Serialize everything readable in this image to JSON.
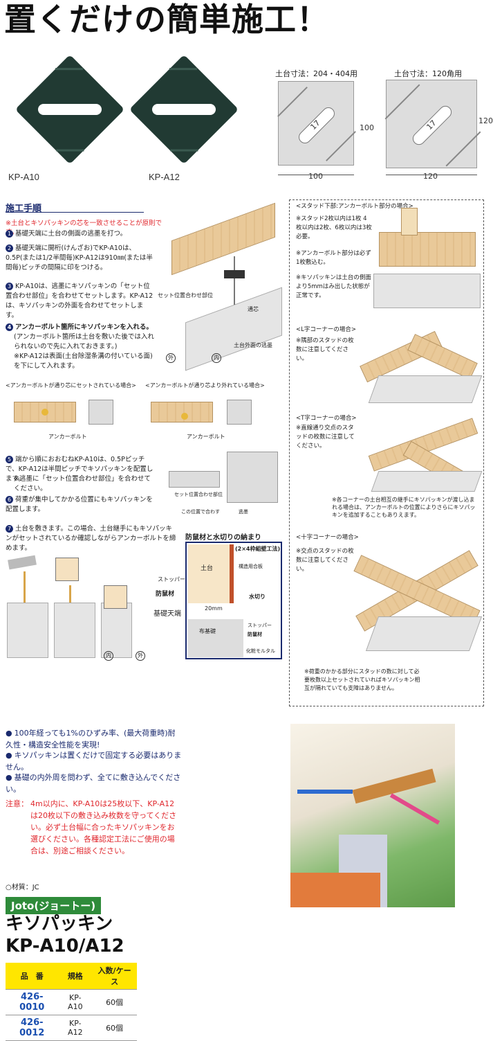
{
  "headline": "置くだけの簡単施工！",
  "products": [
    {
      "label": "KP-A10"
    },
    {
      "label": "KP-A12"
    }
  ],
  "dims": {
    "left_title": "土台寸法：204・404用",
    "left_w": "100",
    "left_h": "100",
    "right_title": "土台寸法：120角用",
    "right_w": "120",
    "right_h": "120",
    "pad_text_a": "17",
    "pad_text_b": "17"
  },
  "procedure": {
    "title": "施工手順",
    "note_red": "※土台とキソパッキンの芯を一致させることが原則です。",
    "step1": "基礎天端に土台の側面の逃墨を打つ。",
    "step2": "基礎天端に開桁(けんざお)でKP-A10は、0.5P(または1/2半間毎)KP-A12は910㎜(または半間毎)ピッチの間隔に印をつける。",
    "step3": "KP-A10は、逃墨にキソパッキンの「セット位置合わせ部位」を合わせてセットします。KP-A12は、キソパッキンの外面を合わせてセットします。",
    "step4": "アンカーボルト箇所にキソパッキンを入れる。",
    "step4_sub": "(アンカーボルト箇所は土台を敷いた後では入れられないので先に入れておきます。)",
    "step4_red": "※KP-A12は表面(土台除湿条溝の付いている面)を下にして入れます。",
    "diag_labels": {
      "set_pos": "セット位置合わせ部位",
      "center": "通芯",
      "outer_line": "土台外面の逃墨",
      "out": "外",
      "in": "内"
    },
    "anchor_case1": "<アンカーボルトが通り芯にセットされている場合>",
    "anchor_case2": "<アンカーボルトが通り芯より外れている場合>",
    "anchor_bolt": "アンカーボルト",
    "step5": "端から順におおむねKP-A10は、0.5Pピッチで、KP-A12は半間ピッチでキソパッキンを配置します。",
    "step5_red": "※逃墨に「セット位置合わせ部位」を合わせてください。",
    "step5_label1": "セット位置合わせ部位",
    "step5_label2": "この位置で合わす",
    "step5_label3": "逃墨",
    "step6": "荷重が集中してかかる位置にもキソパッキンを配置します。",
    "step7": "土台を敷きます。この場合、土台継手にもキソパッキンがセットされているか確認しながらアンカーボルトを締めます。",
    "fig_stopper": "ストッパー",
    "fig_rodent": "防鼠材",
    "fig_base_top": "基礎天端",
    "fig_in": "内",
    "fig_out": "外"
  },
  "rodent_box": {
    "title": "防鼠材と水切りの納まり",
    "sub": "(2×4枠組壁工法)",
    "dodai": "土台",
    "plywood": "構造用合板",
    "mizukiri": "水切り",
    "dim": "20mm",
    "stopper": "ストッパー",
    "rodent": "防鼠材",
    "fukiso": "布基礎",
    "mortar": "化粧モルタル"
  },
  "right_panel": {
    "title": "<スタッド下部:アンカーボルト部分の場合>",
    "note1": "※スタッド2枚以内は1枚 4枚以内は2枚、6枚以内は3枚必要。",
    "note2": "※アンカーボルト部分は必ず1枚敷込む。",
    "note3": "※キソパッキンは土台の側面より5mmはみ出した状態が正常です。",
    "l_title": "<L字コーナーの場合>",
    "l_note": "※隅部のスタッドの枚数に注意してください。",
    "t_title": "<T字コーナーの場合>",
    "t_note": "※直線通り交点のスタッドの枚数に注意してください。",
    "t_note2": "※各コーナーの土台相互の継手にキソパッキンが渡し込まれる場合は、アンカーボルトの位置によりさらにキソパッキンを追加することもありえます。",
    "x_title": "<十字コーナーの場合>",
    "x_note": "※交点のスタッドの枚数に注意してください。",
    "x_note2": "※荷重のかかる部分にスタッドの数に対して必要枚数以上セットされていればキソパッキン相互が隔れていても支障はありません。"
  },
  "features": [
    "100年経っても1%のひずみ率、(最大荷重時)耐久性・構造安全性能を実現!",
    "キソパッキンは置くだけで固定する必要はありません。",
    "基礎の内外周を問わず、全てに敷き込んでください。"
  ],
  "caution": {
    "label": "注意：",
    "text": "4m以内に、KP-A10は25枚以下、KP-A12は20枚以下の敷き込み枚数を守ってください。必ず土台幅に合ったキソパッキンをお選びください。各種認定工法にご使用の場合は、別途ご相談ください。"
  },
  "material": "○材質：JC",
  "brand": "Joto(ジョートー)",
  "product_name": "キソパッキン",
  "product_model": "KP-A10/A12",
  "table": {
    "headers": [
      "品　番",
      "規格",
      "入数/ケース"
    ],
    "rows": [
      [
        "426-0010",
        "KP-A10",
        "60個"
      ],
      [
        "426-0012",
        "KP-A12",
        "60個"
      ]
    ]
  },
  "colors": {
    "navy": "#1a2a6e",
    "red": "#e0262c",
    "pad": "#213a33",
    "green": "#2e8b3a",
    "yellow": "#ffe600"
  }
}
